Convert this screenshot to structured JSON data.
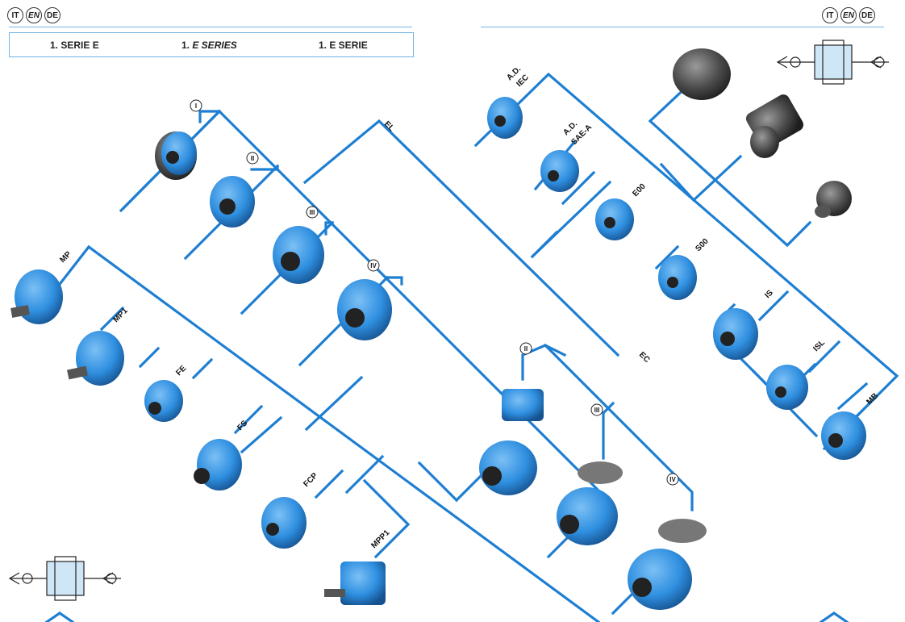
{
  "lang_switch": {
    "items": [
      "IT",
      "EN",
      "DE"
    ],
    "active": "EN"
  },
  "title_bar": {
    "it": "1. SERIE E",
    "en_prefix": "1. ",
    "en_italic": "E SERIES",
    "de": "1. E SERIE"
  },
  "branches": {
    "el": "EL",
    "ec": "EC"
  },
  "stages": {
    "el": [
      "I",
      "II",
      "III",
      "IV"
    ],
    "ec": [
      "II",
      "III",
      "IV"
    ]
  },
  "output_models": [
    "MP",
    "MP1",
    "FE",
    "FS",
    "FCP",
    "MPP1"
  ],
  "input_models": [
    "A.D. IEC",
    "A.D. SAE-A",
    "E00",
    "S00",
    "IS",
    "ISL",
    "MB"
  ],
  "input_label_lines": {
    "ad_iec": [
      "A.D.",
      "IEC"
    ],
    "ad_sae": [
      "A.D.",
      "SAE-A"
    ]
  },
  "colors": {
    "line": "#1e7fd2",
    "accent": "#6fb3e6",
    "part": "#2f8fe0",
    "part_dark": "#1a5c9e",
    "motor": "#4a4a4a"
  }
}
